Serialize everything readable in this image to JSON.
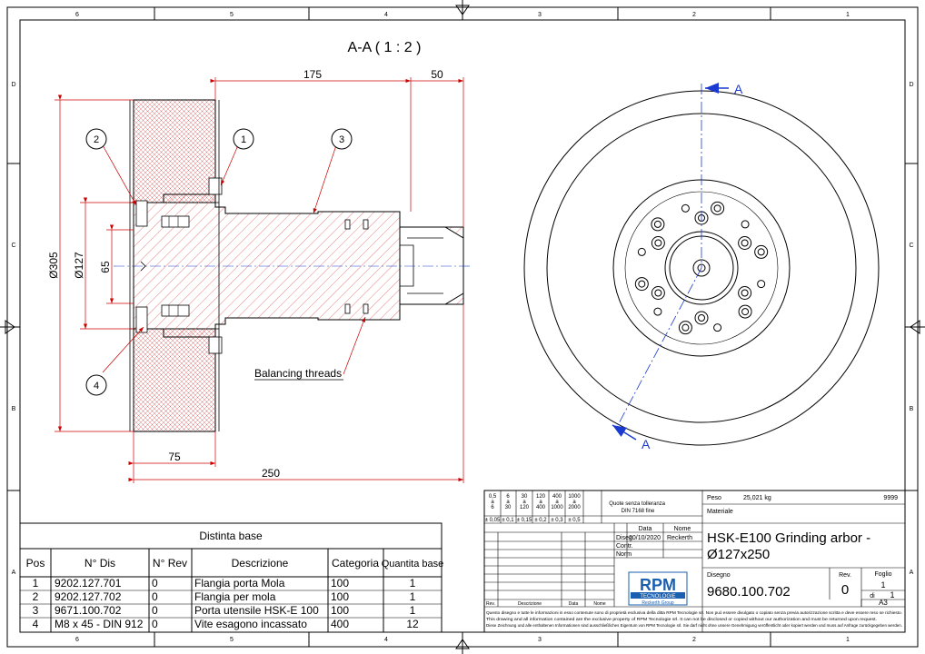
{
  "frame": {
    "col_labels": [
      "6",
      "5",
      "4",
      "3",
      "2",
      "1"
    ],
    "row_labels": [
      "D",
      "C",
      "B",
      "A"
    ]
  },
  "section_title": "A-A ( 1 : 2 )",
  "dimensions": {
    "d175": "175",
    "d50": "50",
    "d305": "Ø305",
    "d127": "Ø127",
    "d65": "65",
    "d75": "75",
    "d250": "250"
  },
  "balloons": [
    "1",
    "2",
    "3",
    "4"
  ],
  "balancing_note": "Balancing threads",
  "section_marker": "A",
  "bom": {
    "title": "Distinta base",
    "headers": [
      "Pos",
      "N° Dis",
      "N° Rev",
      "Descrizione",
      "Categoria",
      "Quantita base"
    ],
    "rows": [
      [
        "1",
        "9202.127.701",
        "0",
        "Flangia porta Mola",
        "100",
        "1"
      ],
      [
        "2",
        "9202.127.702",
        "0",
        "Flangia per mola",
        "100",
        "1"
      ],
      [
        "3",
        "9671.100.702",
        "0",
        "Porta utensile HSK-E 100",
        "100",
        "1"
      ],
      [
        "4",
        "M8 x 45 - DIN 912",
        "0",
        "Vite esagono incassato",
        "400",
        "12"
      ]
    ]
  },
  "title_block": {
    "tol_ranges": [
      "0,5\na\n6",
      "6\na\n30",
      "30\na\n120",
      "120\na\n400",
      "400\na\n1000",
      "1000\na\n2000"
    ],
    "tol_values": [
      "± 0,05",
      "± 0,1",
      "± 0,15",
      "± 0,2",
      "± 0,3",
      "± 0,5"
    ],
    "tol_note": "Quote senza tolleranza DIN 7168 fine",
    "peso_label": "Peso",
    "peso_value": "25,021 kg",
    "code_top": "9999",
    "materiale_label": "Materiale",
    "data_label": "Data",
    "nome_label": "Nome",
    "diseg_label": "Diseg.",
    "diseg_date": "20/10/2020",
    "diseg_name": "Reckerth",
    "contr_label": "Contr.",
    "norm_label": "Norm",
    "rev_col": "Rev.",
    "descr_col": "Descrizione",
    "data_col": "Data",
    "nome_col": "Nome",
    "title": "HSK-E100 Grinding arbor - Ø127x250",
    "logo_main": "RPM",
    "logo_sub": "TECNOLOGIE",
    "logo_group": "Reckerth Group",
    "disegno_label": "Disegno",
    "drawing_number": "9680.100.702",
    "rev_label": "Rev.",
    "rev_value": "0",
    "foglio_label": "Foglio",
    "foglio_value": "1",
    "di_label": "di",
    "di_value": "1",
    "format": "A3",
    "disclaimer_it": "Questo disegno e tutte le informazioni in esso contenute sono di proprietà esclusiva della ditta RPM Tecnologie srl. Non può essere divulgato o copiato senza previa autorizzazione scritta e deve essere reso se richiesto.",
    "disclaimer_en": "This drawing and all information contained are the exclusive property of RPM Tecnologie srl. It can not be disclosed or copied without our authorization and must be returned upon request.",
    "disclaimer_de": "Diese Zeichnung und alle enthaltenen Informationen sind ausschließliches Eigentum von RPM Tecnologie srl. Sie darf nicht ohne unsere Genehmigung veröffentlicht oder kopiert werden und muss auf Anfrage zurückgegeben werden."
  }
}
